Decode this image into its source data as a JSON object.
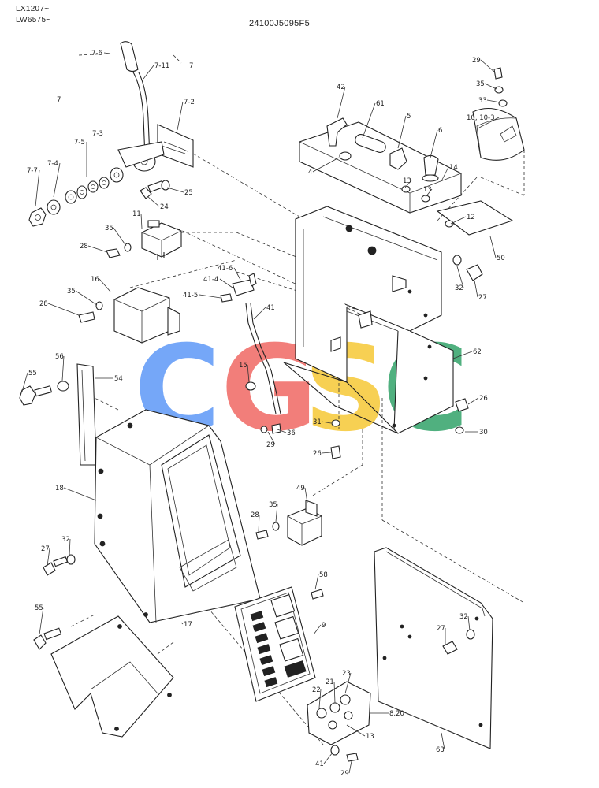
{
  "header": {
    "model_line_1": "LX1207~",
    "model_line_2": "LW6575~",
    "part_number": "24100J5095F5"
  },
  "watermark": {
    "letters": [
      "C",
      "G",
      "S",
      "C"
    ],
    "colors": [
      "#4f8ff7",
      "#ef5b55",
      "#f6c324",
      "#1f9a5c"
    ]
  },
  "callouts": [
    "7-6",
    "7-11",
    "7",
    "7-2",
    "7",
    "7-3",
    "7-5",
    "7-4",
    "7-7",
    "25",
    "24",
    "42",
    "61",
    "5",
    "6",
    "4",
    "14",
    "13",
    "13",
    "29",
    "35",
    "33",
    "10, 10-3",
    "12",
    "50",
    "32",
    "27",
    "11",
    "35",
    "28",
    "16",
    "35",
    "28",
    "41-6",
    "41-4",
    "41-5",
    "41",
    "15",
    "29",
    "36",
    "62",
    "26",
    "31",
    "30",
    "26",
    "56",
    "55",
    "54",
    "18",
    "27",
    "32",
    "35",
    "28",
    "49",
    "55",
    "17",
    "58",
    "9",
    "63",
    "32",
    "27",
    "23",
    "21",
    "22",
    "8.20",
    "13",
    "41",
    "29"
  ]
}
